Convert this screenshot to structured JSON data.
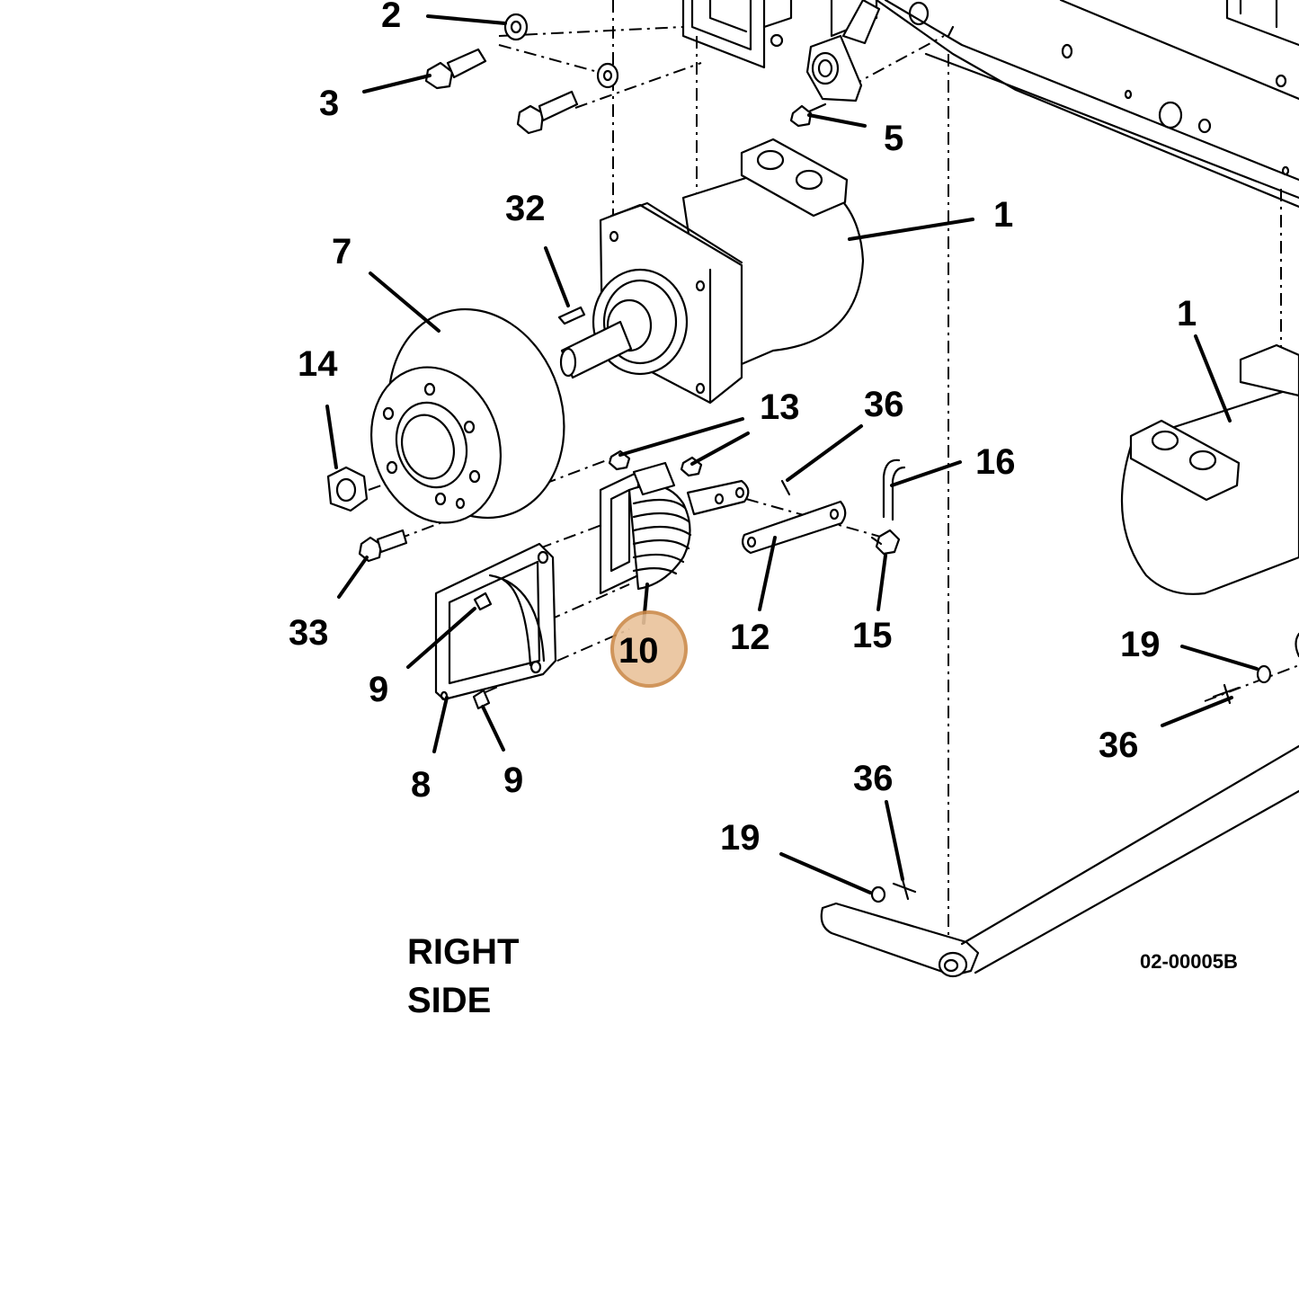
{
  "drawing_code": "02-00005B",
  "view_label": {
    "line1": "RIGHT",
    "line2": "SIDE"
  },
  "highlighted_callout": "10",
  "highlight_color": "#e9c39b",
  "callouts": {
    "c2": "2",
    "c3": "3",
    "c5": "5",
    "c32": "32",
    "c1a": "1",
    "c7": "7",
    "c14": "14",
    "c13": "13",
    "c36a": "36",
    "c16": "16",
    "c1b": "1",
    "c33": "33",
    "c9a": "9",
    "c10": "10",
    "c12": "12",
    "c15": "15",
    "c19a": "19",
    "c36b": "36",
    "c8": "8",
    "c9b": "9",
    "c36c": "36",
    "c19b": "19"
  }
}
